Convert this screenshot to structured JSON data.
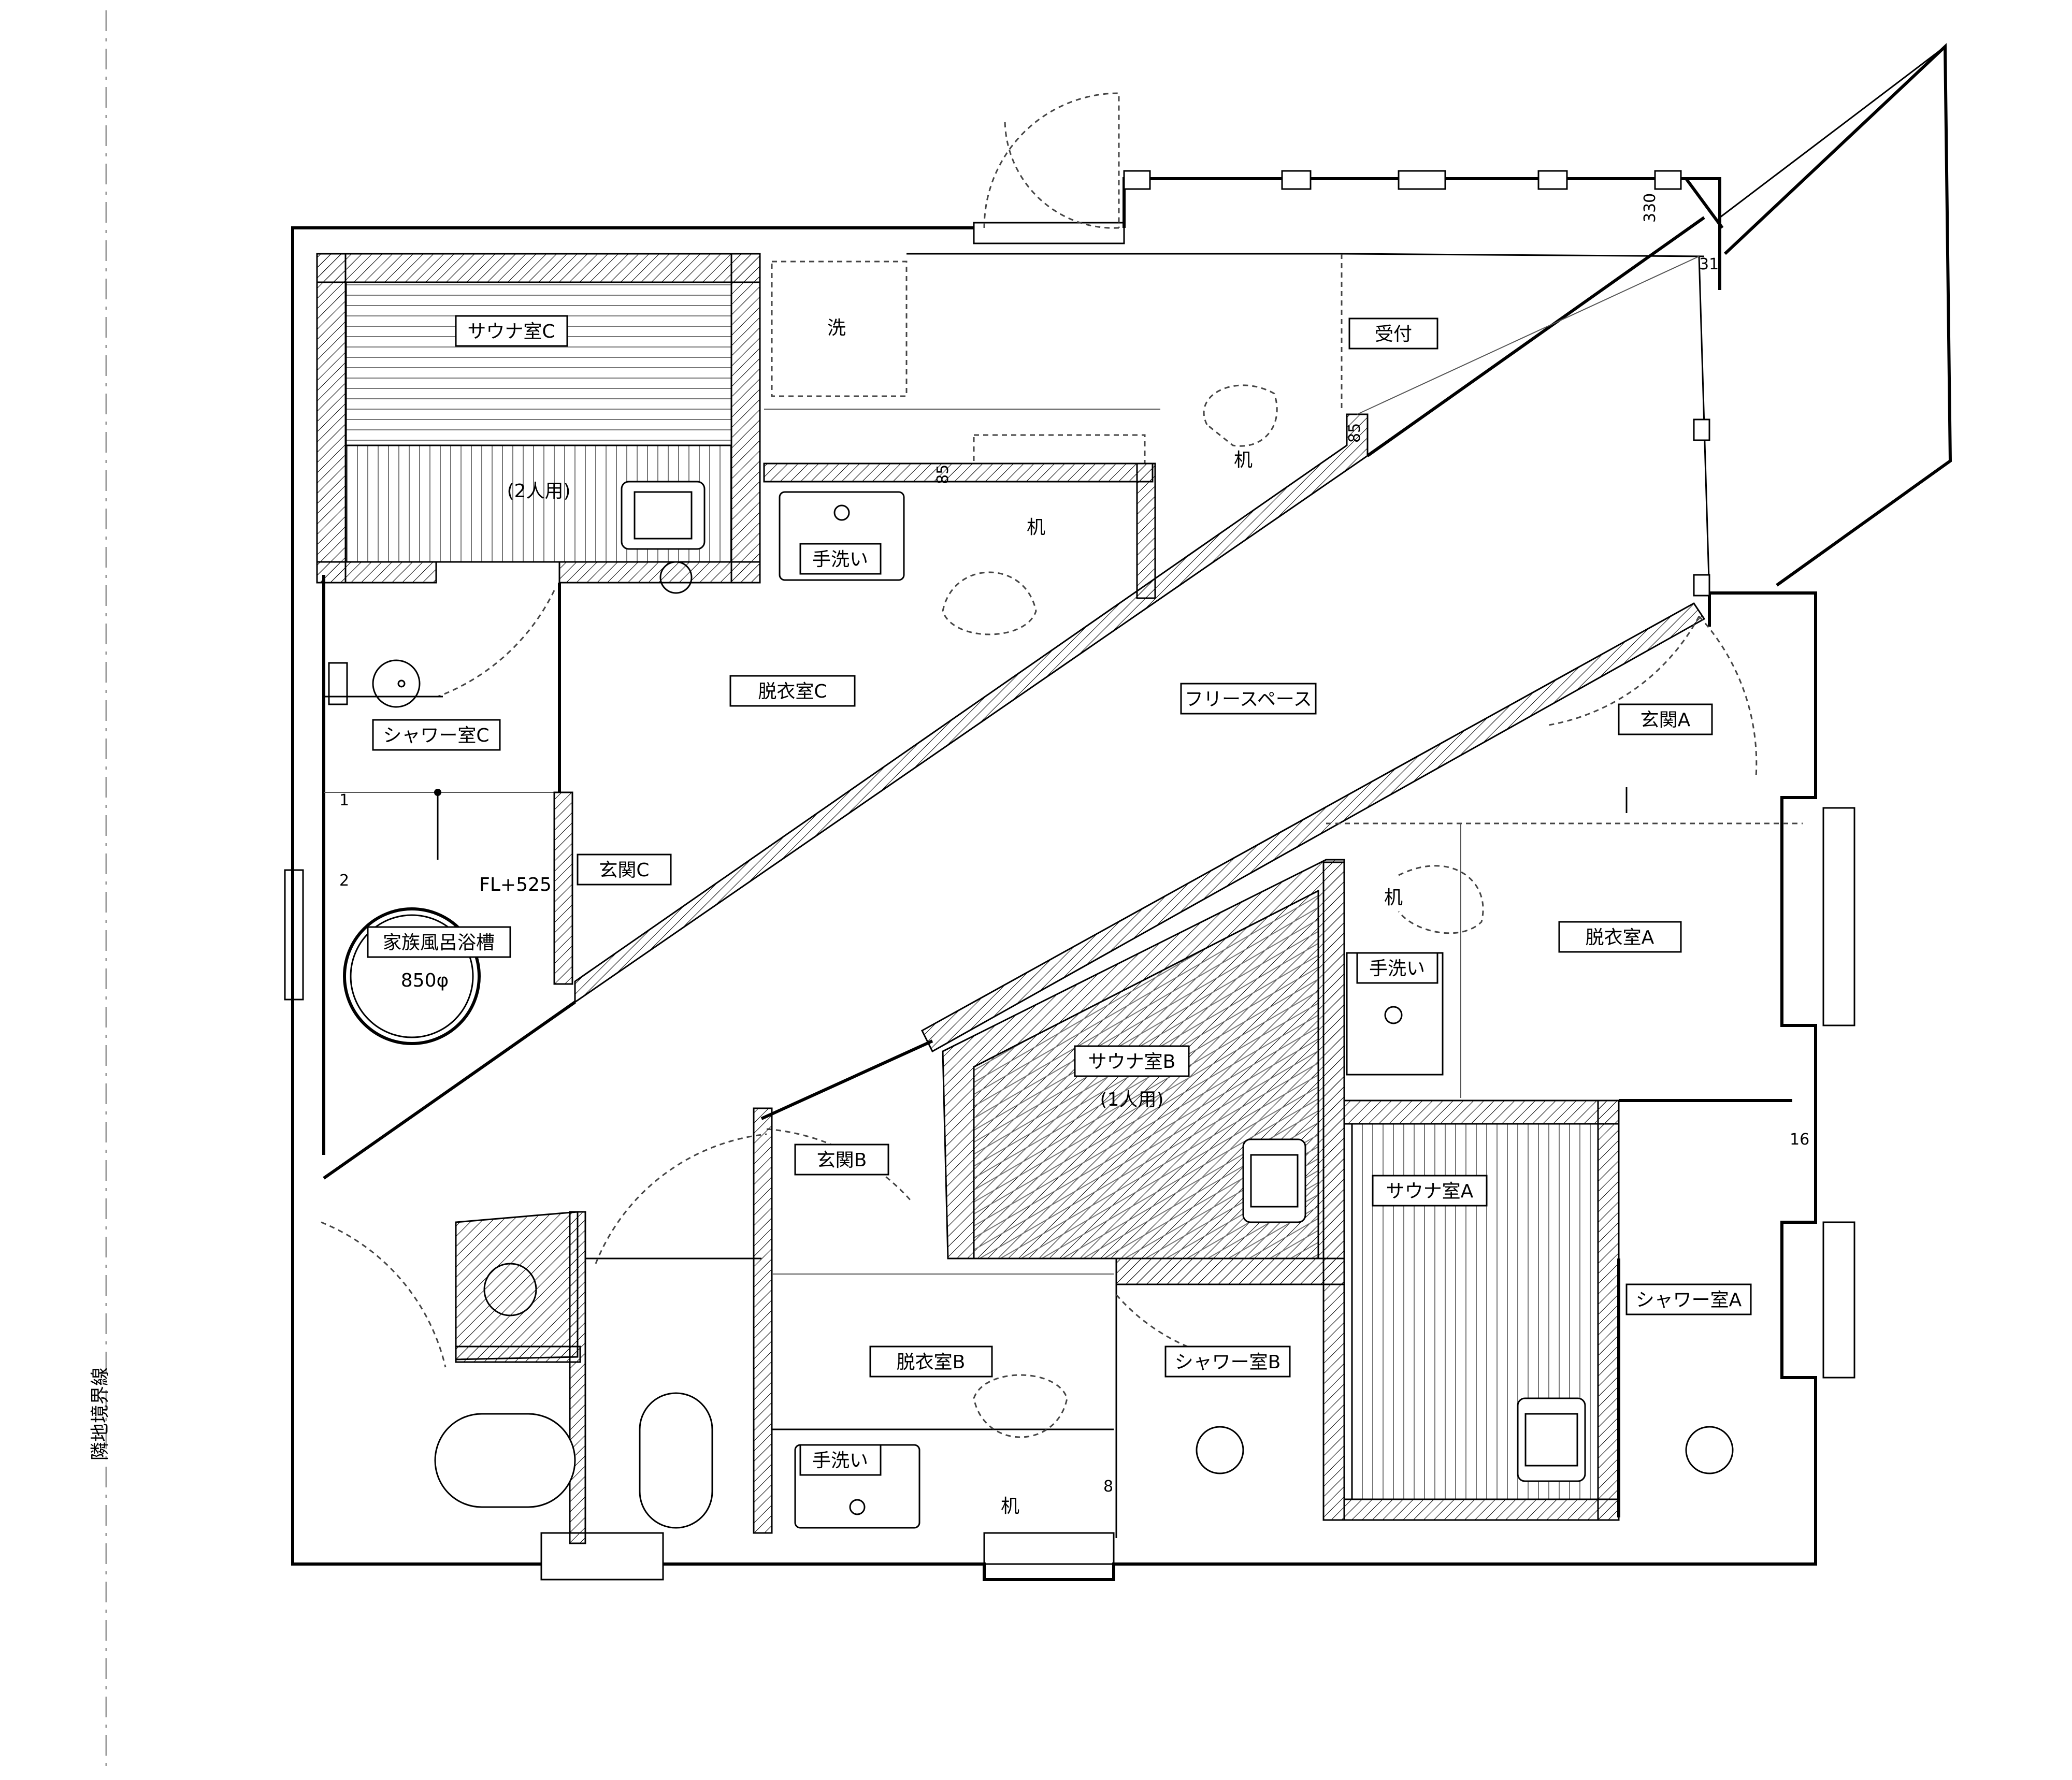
{
  "rooms": {
    "sauna_c": "サウナ室C",
    "sauna_c_capacity": "(2人用)",
    "wash": "洗",
    "reception": "受付",
    "desk": "机",
    "handwash": "手洗い",
    "changing_c": "脱衣室C",
    "free_space": "フリースペース",
    "entrance_a": "玄関A",
    "shower_c": "シャワー室C",
    "entrance_c": "玄関C",
    "family_bath": "家族風呂浴槽",
    "bath_diameter": "850φ",
    "floor_level": "FL+525",
    "changing_a": "脱衣室A",
    "sauna_b": "サウナ室B",
    "sauna_b_capacity": "(1人用)",
    "entrance_b": "玄関B",
    "sauna_a": "サウナ室A",
    "shower_a": "シャワー室A",
    "changing_b": "脱衣室B",
    "shower_b": "シャワー室B"
  },
  "dimensions": {
    "d330": "330",
    "d31": "31",
    "d85a": "85",
    "d85b": "85",
    "d16": "16",
    "d8": "8",
    "step1": "1",
    "step2": "2"
  },
  "boundary_label": "隣地境界線"
}
